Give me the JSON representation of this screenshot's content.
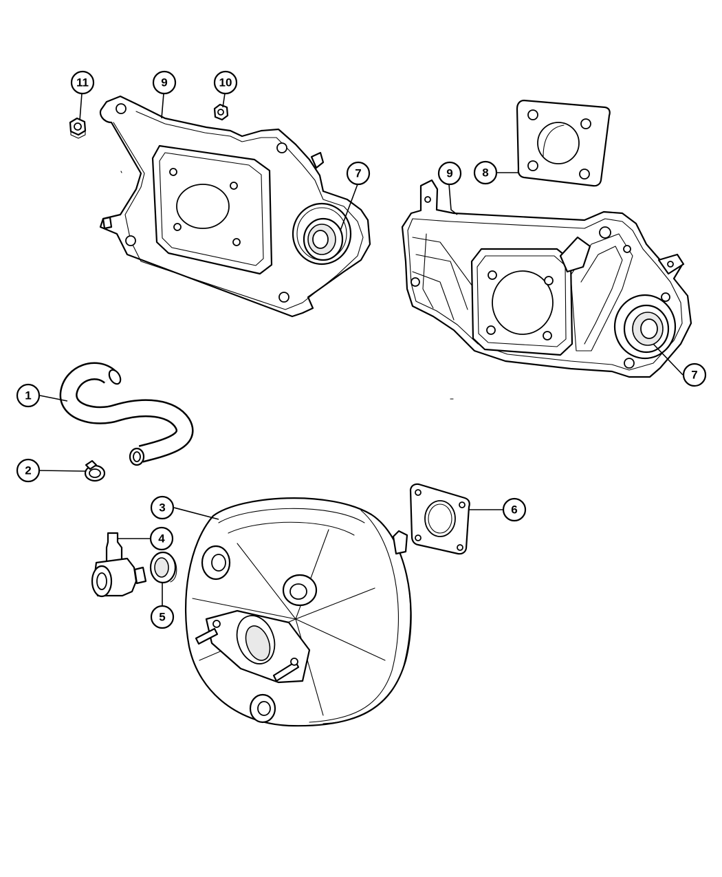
{
  "diagram": {
    "callouts": [
      {
        "id": "c1",
        "label": "1"
      },
      {
        "id": "c2",
        "label": "2"
      },
      {
        "id": "c3",
        "label": "3"
      },
      {
        "id": "c4",
        "label": "4"
      },
      {
        "id": "c5",
        "label": "5"
      },
      {
        "id": "c6",
        "label": "6"
      },
      {
        "id": "c7a",
        "label": "7"
      },
      {
        "id": "c7b",
        "label": "7"
      },
      {
        "id": "c8",
        "label": "8"
      },
      {
        "id": "c9a",
        "label": "9"
      },
      {
        "id": "c9b",
        "label": "9"
      },
      {
        "id": "c10",
        "label": "10"
      },
      {
        "id": "c11",
        "label": "11"
      }
    ]
  }
}
